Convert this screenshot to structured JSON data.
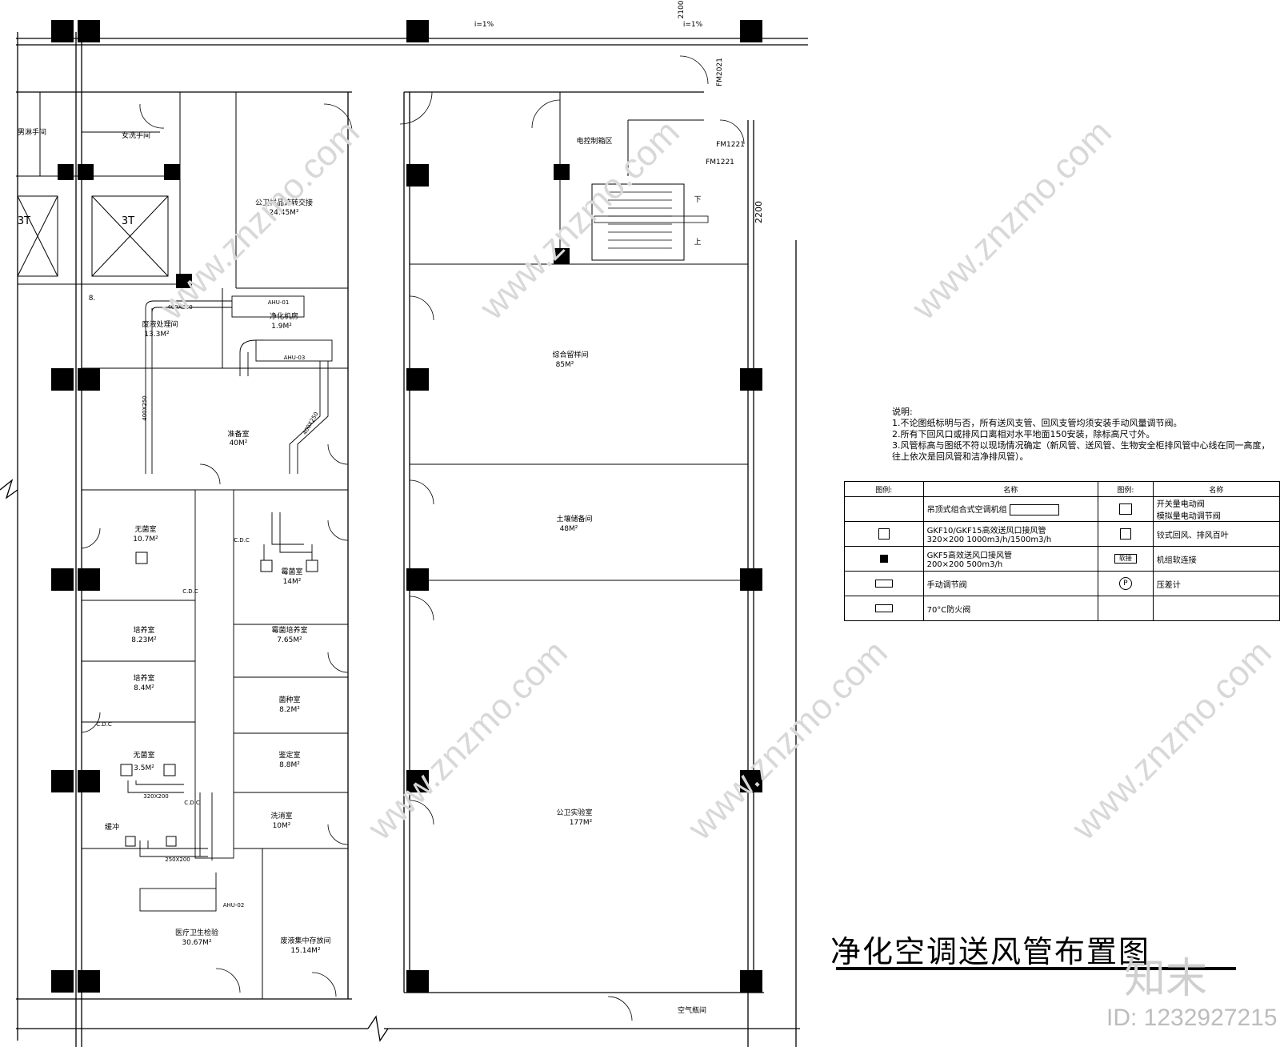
{
  "title": "净化空调送风管布置图",
  "notes": {
    "heading": "说明:",
    "lines": [
      "1.不论图纸标明与否，所有送风支管、回风支管均须安装手动风量调节阀。",
      "2.所有下回风口或排风口离相对水平地面150安装，除标高尺寸外。",
      "3.风管标高与图纸不符以现场情况确定（新风管、送风管、生物安全柜排风管中心线在同一高度，",
      "往上依次是回风管和洁净排风管）。"
    ]
  },
  "legend": {
    "headers": [
      "图例:",
      "名称",
      "图例:",
      "名称"
    ],
    "rows": [
      {
        "left_name": "吊顶式组合式空调机组",
        "right_name_1": "开关量电动阀",
        "right_name_2": "模拟量电动调节阀"
      },
      {
        "left_name": "GKF10/GKF15高效送风口接风管",
        "left_spec": "320×200 1000m3/h/1500m3/h",
        "right_name_1": "铰式回风、排风百叶"
      },
      {
        "left_name": "GKF5高效送风口接风管",
        "left_spec": "200×200 500m3/h",
        "right_name_1": "机组软连接",
        "right_symbol": "软接"
      },
      {
        "left_name": "手动调节阀",
        "right_name_1": "压差计",
        "right_symbol": "P"
      },
      {
        "left_name": "70°C防火阀"
      }
    ]
  },
  "rooms": {
    "toilet_m": "男淋手间",
    "toilet_f": "女洗手间",
    "elev_a": "3T",
    "elev_b": "3T",
    "sample": {
      "name": "公卫样品流转交接",
      "area": "24.45M²"
    },
    "elec": {
      "name": "电控制箱区"
    },
    "waste": {
      "name": "废液处理间",
      "area": "13.3M²"
    },
    "ahu_room": {
      "name": "净化机房",
      "area": "1.9M²"
    },
    "prep": {
      "name": "准备室",
      "area": "40M²"
    },
    "sterile": {
      "name": "无菌室",
      "area": "10.7M²"
    },
    "mold": {
      "name": "霉菌室",
      "area": "14M²"
    },
    "culture1": {
      "name": "培养室",
      "area": "8.23M²"
    },
    "mold_culture": {
      "name": "霉菌培养室",
      "area": "7.65M²"
    },
    "culture2": {
      "name": "培养室",
      "area": "8.4M²"
    },
    "strain": {
      "name": "菌种室",
      "area": "8.2M²"
    },
    "identify": {
      "name": "鉴定室",
      "area": "8.8M²"
    },
    "sterile2": {
      "name": "无菌室",
      "area": "3.5M²"
    },
    "wash": {
      "name": "洗消室",
      "area": "10M²"
    },
    "buffer": {
      "name": "缓冲"
    },
    "medical": {
      "name": "医疗卫生检验",
      "area": "30.67M²"
    },
    "waste_store": {
      "name": "废液集中存放间",
      "area": "15.14M²"
    },
    "retain": {
      "name": "综合留样间",
      "area": "85M²"
    },
    "soil": {
      "name": "土壤储备间",
      "area": "48M²"
    },
    "lab": {
      "name": "公卫实验室",
      "area": "177M²"
    },
    "air_bottle": {
      "name": "空气瓶间"
    }
  },
  "tags": {
    "ahu01": "AHU-01",
    "ahu02": "AHU-02",
    "ahu03": "AHU-03",
    "fm2021": "FM2021",
    "fm1221a": "FM1221",
    "fm1221b": "FM1221",
    "slope1": "i=1%",
    "slope2": "i=1%",
    "dim2100": "2100",
    "dim2200": "2200",
    "down": "下",
    "up": "上",
    "duct1": "400X250",
    "duct2": "400X250",
    "duct3": "400X250",
    "duct4": "320X200",
    "duct5": "250X200",
    "cdc": "C.D.C",
    "b8": "8."
  },
  "watermark": {
    "id": "ID: 1232927215",
    "brand": "知末",
    "site": "www.znzmo.com"
  }
}
